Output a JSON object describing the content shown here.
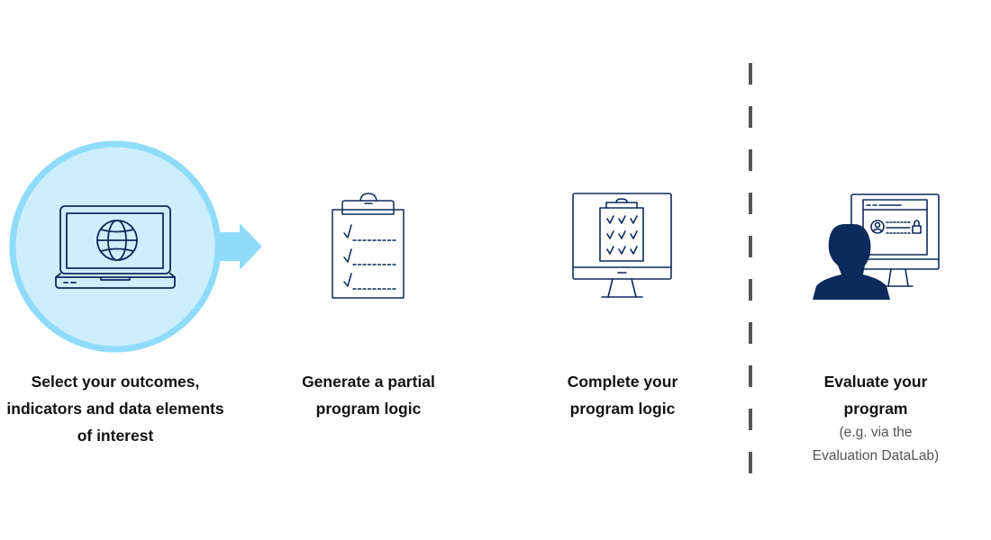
{
  "colors": {
    "accent_ring": "#8fdcfa",
    "accent_fill": "#cdeefd",
    "navy": "#0d2a5c",
    "divider": "#555555"
  },
  "steps": [
    {
      "id": "select",
      "icon": "laptop-globe-icon",
      "active": true,
      "label_lines": [
        "Select your outcomes,",
        "indicators and data elements",
        "of interest"
      ]
    },
    {
      "id": "generate",
      "icon": "clipboard-checklist-icon",
      "active": false,
      "label_lines": [
        "Generate a partial",
        "program logic"
      ]
    },
    {
      "id": "complete",
      "icon": "monitor-checklist-icon",
      "active": false,
      "label_lines": [
        "Complete your",
        "program logic"
      ]
    },
    {
      "id": "evaluate",
      "icon": "person-at-monitor-icon",
      "active": false,
      "label_lines": [
        "Evaluate your",
        "program"
      ],
      "sublabel_lines": [
        "(e.g. via the",
        "Evaluation DataLab)"
      ]
    }
  ],
  "connector": {
    "icon": "arrow-right-icon"
  },
  "divider": {
    "style": "dashed"
  }
}
